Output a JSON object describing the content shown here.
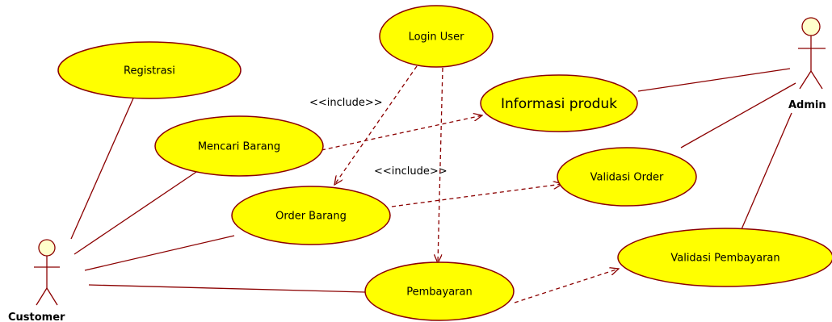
{
  "actors": {
    "customer": "Customer",
    "admin": "Admin"
  },
  "use_cases": {
    "login": "Login User",
    "registrasi": "Registrasi",
    "informasi_produk": "Informasi produk",
    "mencari_barang": "Mencari Barang",
    "validasi_order": "Validasi Order",
    "order_barang": "Order Barang",
    "validasi_pembayaran": "Validasi Pembayaran",
    "pembayaran": "Pembayaran"
  },
  "stereotypes": {
    "include_1": "<<include>>",
    "include_2": "<<include>>"
  },
  "colors": {
    "use_case_fill": "#ffff00",
    "line": "#8b0000",
    "actor_head": "#ffffcc"
  }
}
